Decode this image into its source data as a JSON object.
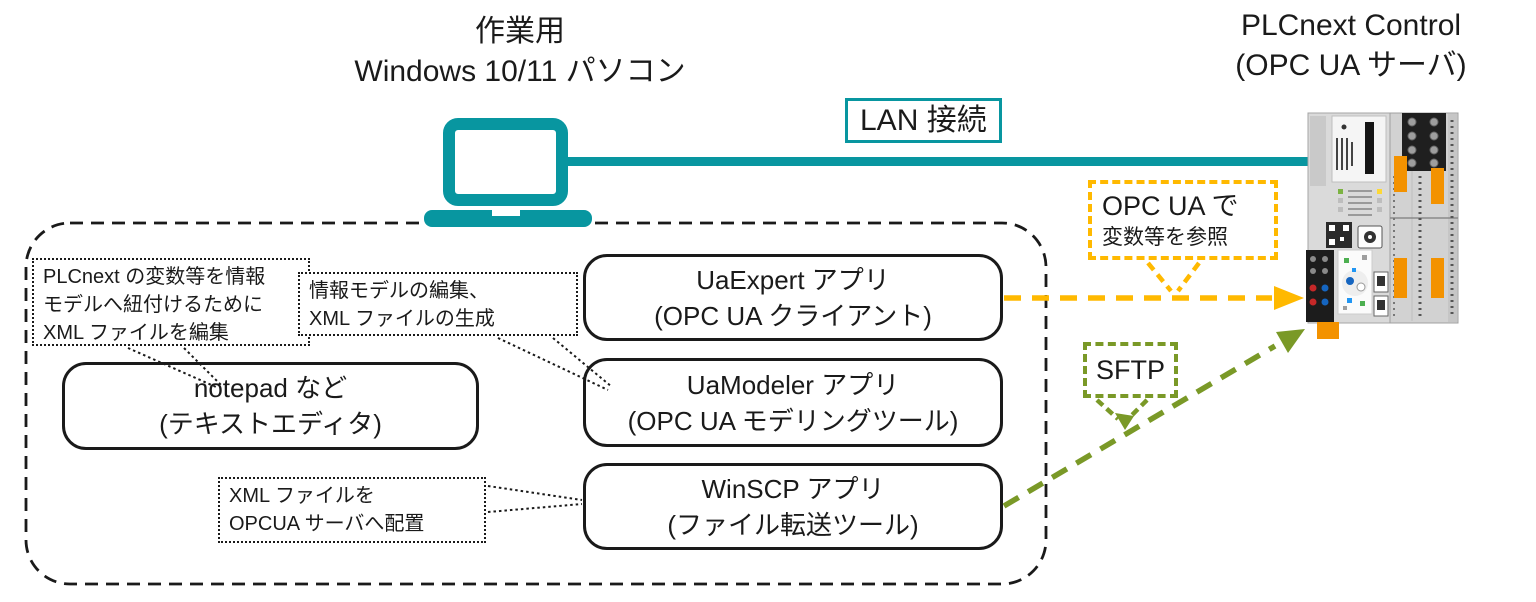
{
  "colors": {
    "teal": "#0896A0",
    "amber": "#FFB900",
    "olive": "#7A9927",
    "plc_orange": "#F39200"
  },
  "pc_title": {
    "line1": "作業用",
    "line2": "Windows 10/11 パソコン"
  },
  "plc_title": {
    "line1": "PLCnext Control",
    "line2": "(OPC UA サーバ)"
  },
  "lan": {
    "label": "LAN 接続"
  },
  "apps": {
    "uaexpert": {
      "line1": "UaExpert アプリ",
      "line2": "(OPC UA クライアント)"
    },
    "uamodeler": {
      "line1": "UaModeler アプリ",
      "line2": "(OPC UA モデリングツール)"
    },
    "winscp": {
      "line1": "WinSCP アプリ",
      "line2": "(ファイル転送ツール)"
    },
    "notepad": {
      "line1": "notepad など",
      "line2": "(テキストエディタ)"
    }
  },
  "callouts": {
    "edit_xml": {
      "lines": [
        "PLCnext の変数等を情報",
        "モデルへ紐付けるために",
        "XML ファイルを編集"
      ]
    },
    "model_edit": {
      "lines": [
        "情報モデルの編集、",
        "XML ファイルの生成"
      ]
    },
    "deploy_xml": {
      "lines": [
        "XML ファイルを",
        "OPCUA サーバへ配置"
      ]
    },
    "opcua_ref": {
      "lines": [
        "OPC UA で",
        "変数等を参照"
      ]
    },
    "sftp": {
      "label": "SFTP"
    }
  }
}
